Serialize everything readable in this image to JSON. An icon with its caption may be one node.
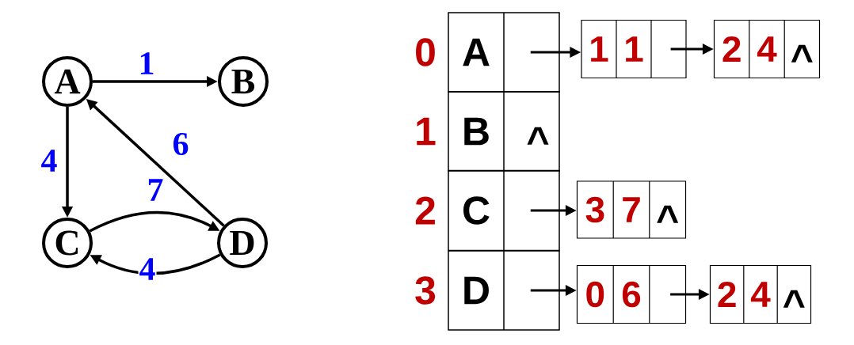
{
  "diagram": {
    "nodes": [
      {
        "text": [
          "A"
        ]
      },
      {
        "text": [
          "B"
        ]
      },
      {
        "text": [
          "C"
        ]
      },
      {
        "text": [
          "D"
        ]
      },
      {
        "text": [
          "A"
        ],
        "beside": [
          "0"
        ]
      },
      {
        "text": [
          "B",
          "^"
        ],
        "beside": [
          "1"
        ]
      },
      {
        "text": [
          "C"
        ],
        "beside": [
          "2"
        ]
      },
      {
        "text": [
          "D"
        ],
        "beside": [
          "3"
        ]
      },
      {
        "text": [
          "1",
          "1"
        ]
      },
      {
        "text": [
          "2",
          "4",
          "^"
        ]
      },
      {
        "text": [
          "3",
          "7",
          "^"
        ]
      },
      {
        "text": [
          "0",
          "6"
        ]
      },
      {
        "text": [
          "2",
          "4",
          "^"
        ]
      }
    ],
    "edges": [
      {
        "from": 0,
        "to": 1,
        "arrow": "to",
        "label": "1"
      },
      {
        "from": 0,
        "to": 2,
        "arrow": "to",
        "label": "4"
      },
      {
        "from": 3,
        "to": 0,
        "arrow": "to",
        "label": "6"
      },
      {
        "from": 2,
        "to": 3,
        "arrow": "to",
        "label": "7"
      },
      {
        "from": 3,
        "to": 2,
        "arrow": "to",
        "label": "4"
      },
      {
        "from": 4,
        "to": 8,
        "arrow": "to"
      },
      {
        "from": 8,
        "to": 9,
        "arrow": "to"
      },
      {
        "from": 6,
        "to": 10,
        "arrow": "to"
      },
      {
        "from": 7,
        "to": 11,
        "arrow": "to"
      },
      {
        "from": 11,
        "to": 12,
        "arrow": "to"
      }
    ]
  }
}
